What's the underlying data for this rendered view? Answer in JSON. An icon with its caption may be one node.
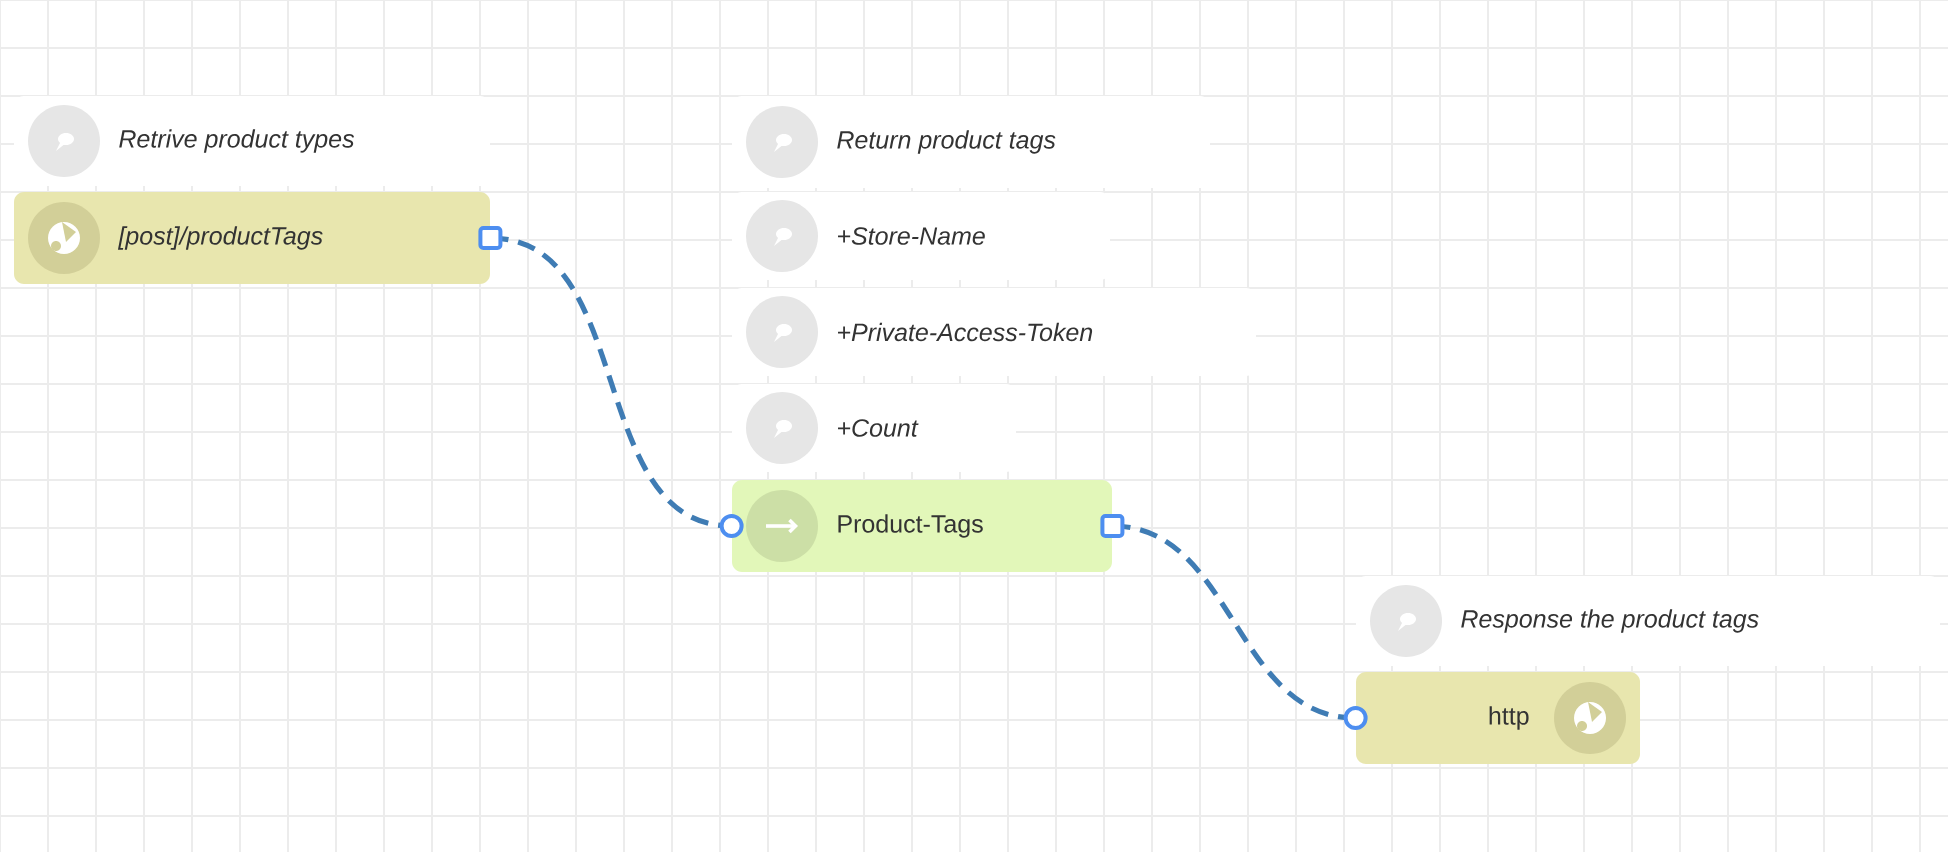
{
  "diagram": {
    "nodes": [
      {
        "text": [
          "Retrive product types"
        ]
      },
      {
        "text": [
          "[post]/productTags"
        ]
      },
      {
        "text": [
          "Return product tags"
        ]
      },
      {
        "text": [
          "+Store-Name"
        ]
      },
      {
        "text": [
          "+Private-Access-Token"
        ]
      },
      {
        "text": [
          "+Count"
        ]
      },
      {
        "text": [
          "Product-Tags"
        ]
      },
      {
        "text": [
          "Response the product tags"
        ]
      },
      {
        "text": [
          "http"
        ]
      }
    ],
    "edges": [
      {
        "from": 1,
        "to": 6,
        "arrow": "none",
        "style": "dashed"
      },
      {
        "from": 6,
        "to": 8,
        "arrow": "none",
        "style": "dashed"
      }
    ]
  }
}
